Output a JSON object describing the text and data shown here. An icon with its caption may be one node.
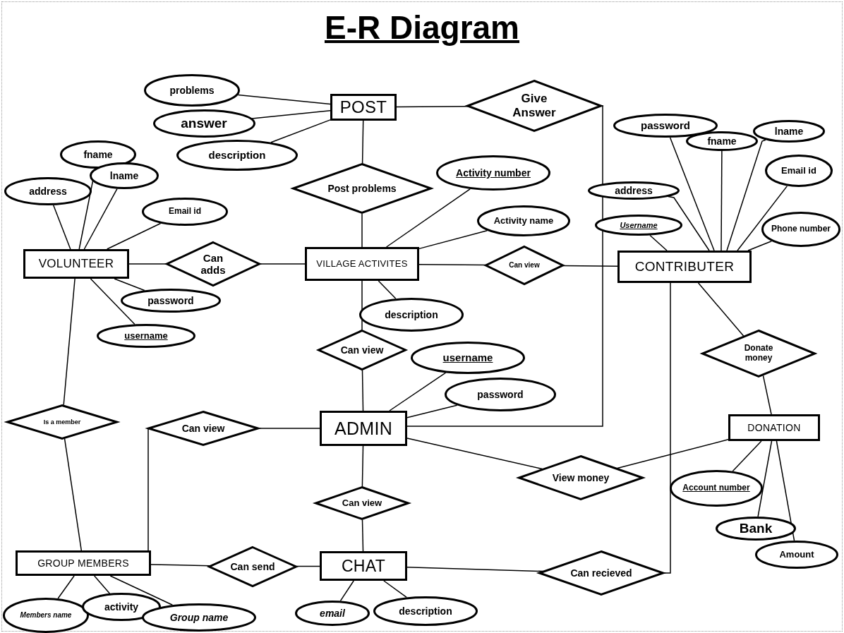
{
  "diagram": {
    "title": "E-R Diagram",
    "nodes": [
      {
        "text": [
          "POST"
        ]
      },
      {
        "text": [
          "problems"
        ]
      },
      {
        "text": [
          "answer"
        ]
      },
      {
        "text": [
          "description"
        ]
      },
      {
        "text": [
          "Give Answer"
        ]
      },
      {
        "text": [
          "Post problems"
        ]
      },
      {
        "text": [
          "Activity number"
        ]
      },
      {
        "text": [
          "Activity name"
        ]
      },
      {
        "text": [
          "fname"
        ]
      },
      {
        "text": [
          "lname"
        ]
      },
      {
        "text": [
          "address"
        ]
      },
      {
        "text": [
          "Email id"
        ]
      },
      {
        "text": [
          "VOLUNTEER"
        ]
      },
      {
        "text": [
          "Can adds"
        ]
      },
      {
        "text": [
          "VILLAGE ACTIVITES"
        ]
      },
      {
        "text": [
          "Can view"
        ]
      },
      {
        "text": [
          "CONTRIBUTER"
        ]
      },
      {
        "text": [
          "password"
        ]
      },
      {
        "text": [
          "username"
        ]
      },
      {
        "text": [
          "description"
        ]
      },
      {
        "text": [
          "Can view"
        ]
      },
      {
        "text": [
          "username"
        ]
      },
      {
        "text": [
          "password"
        ]
      },
      {
        "text": [
          "Is a member"
        ]
      },
      {
        "text": [
          "Can view"
        ]
      },
      {
        "text": [
          "ADMIN"
        ]
      },
      {
        "text": [
          "DONATION"
        ]
      },
      {
        "text": [
          "View money"
        ]
      },
      {
        "text": [
          "Account number"
        ]
      },
      {
        "text": [
          "Bank"
        ]
      },
      {
        "text": [
          "Amount"
        ]
      },
      {
        "text": [
          "Donate money"
        ]
      },
      {
        "text": [
          "Can view"
        ]
      },
      {
        "text": [
          "GROUP MEMBERS"
        ]
      },
      {
        "text": [
          "Can send"
        ]
      },
      {
        "text": [
          "CHAT"
        ]
      },
      {
        "text": [
          "Can recieved"
        ]
      },
      {
        "text": [
          "Members name"
        ]
      },
      {
        "text": [
          "activity"
        ]
      },
      {
        "text": [
          "Group name"
        ]
      },
      {
        "text": [
          "email"
        ]
      },
      {
        "text": [
          "description"
        ]
      },
      {
        "text": [
          "password"
        ]
      },
      {
        "text": [
          "fname"
        ]
      },
      {
        "text": [
          "lname"
        ]
      },
      {
        "text": [
          "Email id"
        ]
      },
      {
        "text": [
          "address"
        ]
      },
      {
        "text": [
          "Username"
        ]
      },
      {
        "text": [
          "Phone number"
        ]
      }
    ],
    "edges": [
      {
        "from": 0,
        "to": 1,
        "arrow": "none"
      },
      {
        "from": 0,
        "to": 2,
        "arrow": "none"
      },
      {
        "from": 0,
        "to": 3,
        "arrow": "none"
      },
      {
        "from": 0,
        "to": 4,
        "arrow": "none"
      },
      {
        "from": 0,
        "to": 5,
        "arrow": "none"
      },
      {
        "from": 5,
        "to": 14,
        "arrow": "none"
      },
      {
        "from": 14,
        "to": 6,
        "arrow": "none"
      },
      {
        "from": 14,
        "to": 7,
        "arrow": "none"
      },
      {
        "from": 14,
        "to": 15,
        "arrow": "none"
      },
      {
        "from": 15,
        "to": 16,
        "arrow": "none"
      },
      {
        "from": 14,
        "to": 19,
        "arrow": "none"
      },
      {
        "from": 14,
        "to": 20,
        "arrow": "none"
      },
      {
        "from": 20,
        "to": 25,
        "arrow": "none"
      },
      {
        "from": 12,
        "to": 8,
        "arrow": "none"
      },
      {
        "from": 12,
        "to": 9,
        "arrow": "none"
      },
      {
        "from": 12,
        "to": 10,
        "arrow": "none"
      },
      {
        "from": 12,
        "to": 11,
        "arrow": "none"
      },
      {
        "from": 12,
        "to": 13,
        "arrow": "none"
      },
      {
        "from": 13,
        "to": 14,
        "arrow": "none"
      },
      {
        "from": 12,
        "to": 17,
        "arrow": "none"
      },
      {
        "from": 12,
        "to": 18,
        "arrow": "none"
      },
      {
        "from": 12,
        "to": 23,
        "arrow": "none"
      },
      {
        "from": 23,
        "to": 33,
        "arrow": "none"
      },
      {
        "from": 25,
        "to": 21,
        "arrow": "none"
      },
      {
        "from": 25,
        "to": 22,
        "arrow": "none"
      },
      {
        "from": 25,
        "to": 24,
        "arrow": "none"
      },
      {
        "from": 24,
        "to": 33,
        "arrow": "none"
      },
      {
        "from": 4,
        "to": 25,
        "arrow": "none"
      },
      {
        "from": 25,
        "to": 27,
        "arrow": "none"
      },
      {
        "from": 27,
        "to": 26,
        "arrow": "none"
      },
      {
        "from": 25,
        "to": 32,
        "arrow": "none"
      },
      {
        "from": 32,
        "to": 35,
        "arrow": "none"
      },
      {
        "from": 16,
        "to": 31,
        "arrow": "none"
      },
      {
        "from": 31,
        "to": 26,
        "arrow": "none"
      },
      {
        "from": 26,
        "to": 28,
        "arrow": "none"
      },
      {
        "from": 26,
        "to": 29,
        "arrow": "none"
      },
      {
        "from": 26,
        "to": 30,
        "arrow": "none"
      },
      {
        "from": 33,
        "to": 34,
        "arrow": "none"
      },
      {
        "from": 34,
        "to": 35,
        "arrow": "none"
      },
      {
        "from": 35,
        "to": 36,
        "arrow": "none"
      },
      {
        "from": 36,
        "to": 16,
        "arrow": "none"
      },
      {
        "from": 33,
        "to": 37,
        "arrow": "none"
      },
      {
        "from": 33,
        "to": 38,
        "arrow": "none"
      },
      {
        "from": 33,
        "to": 39,
        "arrow": "none"
      },
      {
        "from": 35,
        "to": 40,
        "arrow": "none"
      },
      {
        "from": 35,
        "to": 41,
        "arrow": "none"
      },
      {
        "from": 16,
        "to": 42,
        "arrow": "none"
      },
      {
        "from": 16,
        "to": 43,
        "arrow": "none"
      },
      {
        "from": 16,
        "to": 44,
        "arrow": "none"
      },
      {
        "from": 16,
        "to": 45,
        "arrow": "none"
      },
      {
        "from": 16,
        "to": 46,
        "arrow": "none"
      },
      {
        "from": 16,
        "to": 47,
        "arrow": "none"
      },
      {
        "from": 16,
        "to": 48,
        "arrow": "none"
      }
    ]
  }
}
